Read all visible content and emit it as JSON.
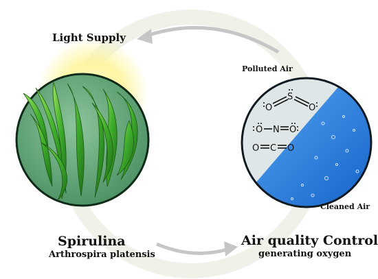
{
  "labels": {
    "light_supply": "Light Supply",
    "polluted_air": "Polluted Air",
    "cleaned_air": "Cleaned Air",
    "organism_name": "Spirulina",
    "organism_species": "Arthrospira platensis",
    "control_title": "Air quality Control",
    "control_subtitle": "generating oxygen"
  },
  "colors": {
    "cycle_ring": "#eef2e8",
    "arrow": "#c8c8c8",
    "culture_disc": "#6fae84",
    "light_glow": "#fff59a",
    "algae": "#3fae2c",
    "water": "#1f7fe0",
    "polluted_panel": "#dfe6e8"
  }
}
